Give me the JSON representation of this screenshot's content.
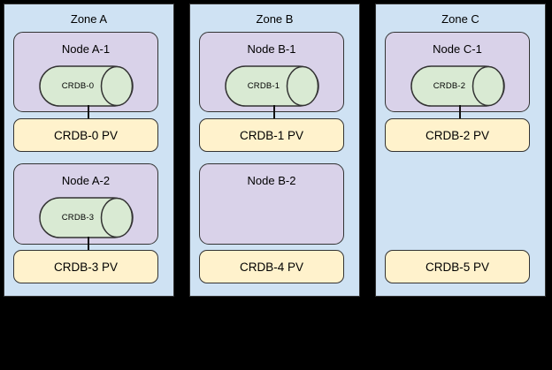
{
  "colors": {
    "background": "#000000",
    "zone_fill": "#cfe2f3",
    "node_fill": "#d9d2e9",
    "cylinder_fill": "#d9ead3",
    "pv_fill": "#fff2cc",
    "border": "#333333"
  },
  "zones": [
    {
      "label": "Zone A",
      "nodes": [
        {
          "label": "Node A-1",
          "cylinder": "CRDB-0",
          "pv": "CRDB-0 PV",
          "connected": true
        },
        {
          "label": "Node A-2",
          "cylinder": "CRDB-3",
          "pv": "CRDB-3 PV",
          "connected": true
        }
      ]
    },
    {
      "label": "Zone B",
      "nodes": [
        {
          "label": "Node B-1",
          "cylinder": "CRDB-1",
          "pv": "CRDB-1 PV",
          "connected": true
        },
        {
          "label": "Node B-2",
          "cylinder": null,
          "pv": "CRDB-4 PV",
          "connected": false
        }
      ]
    },
    {
      "label": "Zone C",
      "nodes": [
        {
          "label": "Node C-1",
          "cylinder": "CRDB-2",
          "pv": "CRDB-2 PV",
          "connected": true
        },
        {
          "label": null,
          "cylinder": null,
          "pv": "CRDB-5 PV",
          "connected": false
        }
      ]
    }
  ]
}
